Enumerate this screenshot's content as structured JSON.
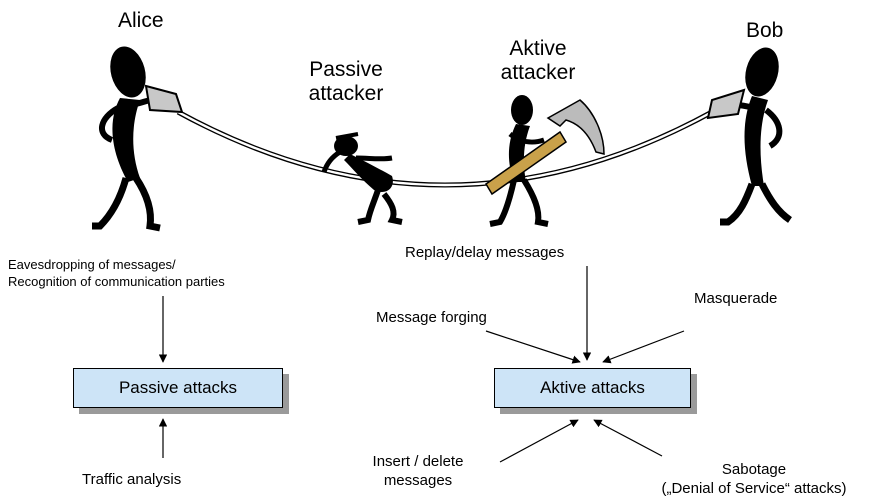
{
  "people": {
    "alice": "Alice",
    "bob": "Bob",
    "passive_line1": "Passive",
    "passive_line2": "attacker",
    "aktive_line1": "Aktive",
    "aktive_line2": "attacker"
  },
  "passive_side": {
    "eavesdrop_line1": "Eavesdropping of messages/",
    "eavesdrop_line2": "Recognition of communication parties",
    "box": "Passive attacks",
    "traffic": "Traffic analysis"
  },
  "aktive_side": {
    "replay": "Replay/delay messages",
    "forging": "Message forging",
    "masquerade": "Masquerade",
    "box": "Aktive attacks",
    "insert_line1": "Insert / delete",
    "insert_line2": "messages",
    "sabotage_line1": "Sabotage",
    "sabotage_line2": "(„Denial of Service“ attacks)"
  }
}
